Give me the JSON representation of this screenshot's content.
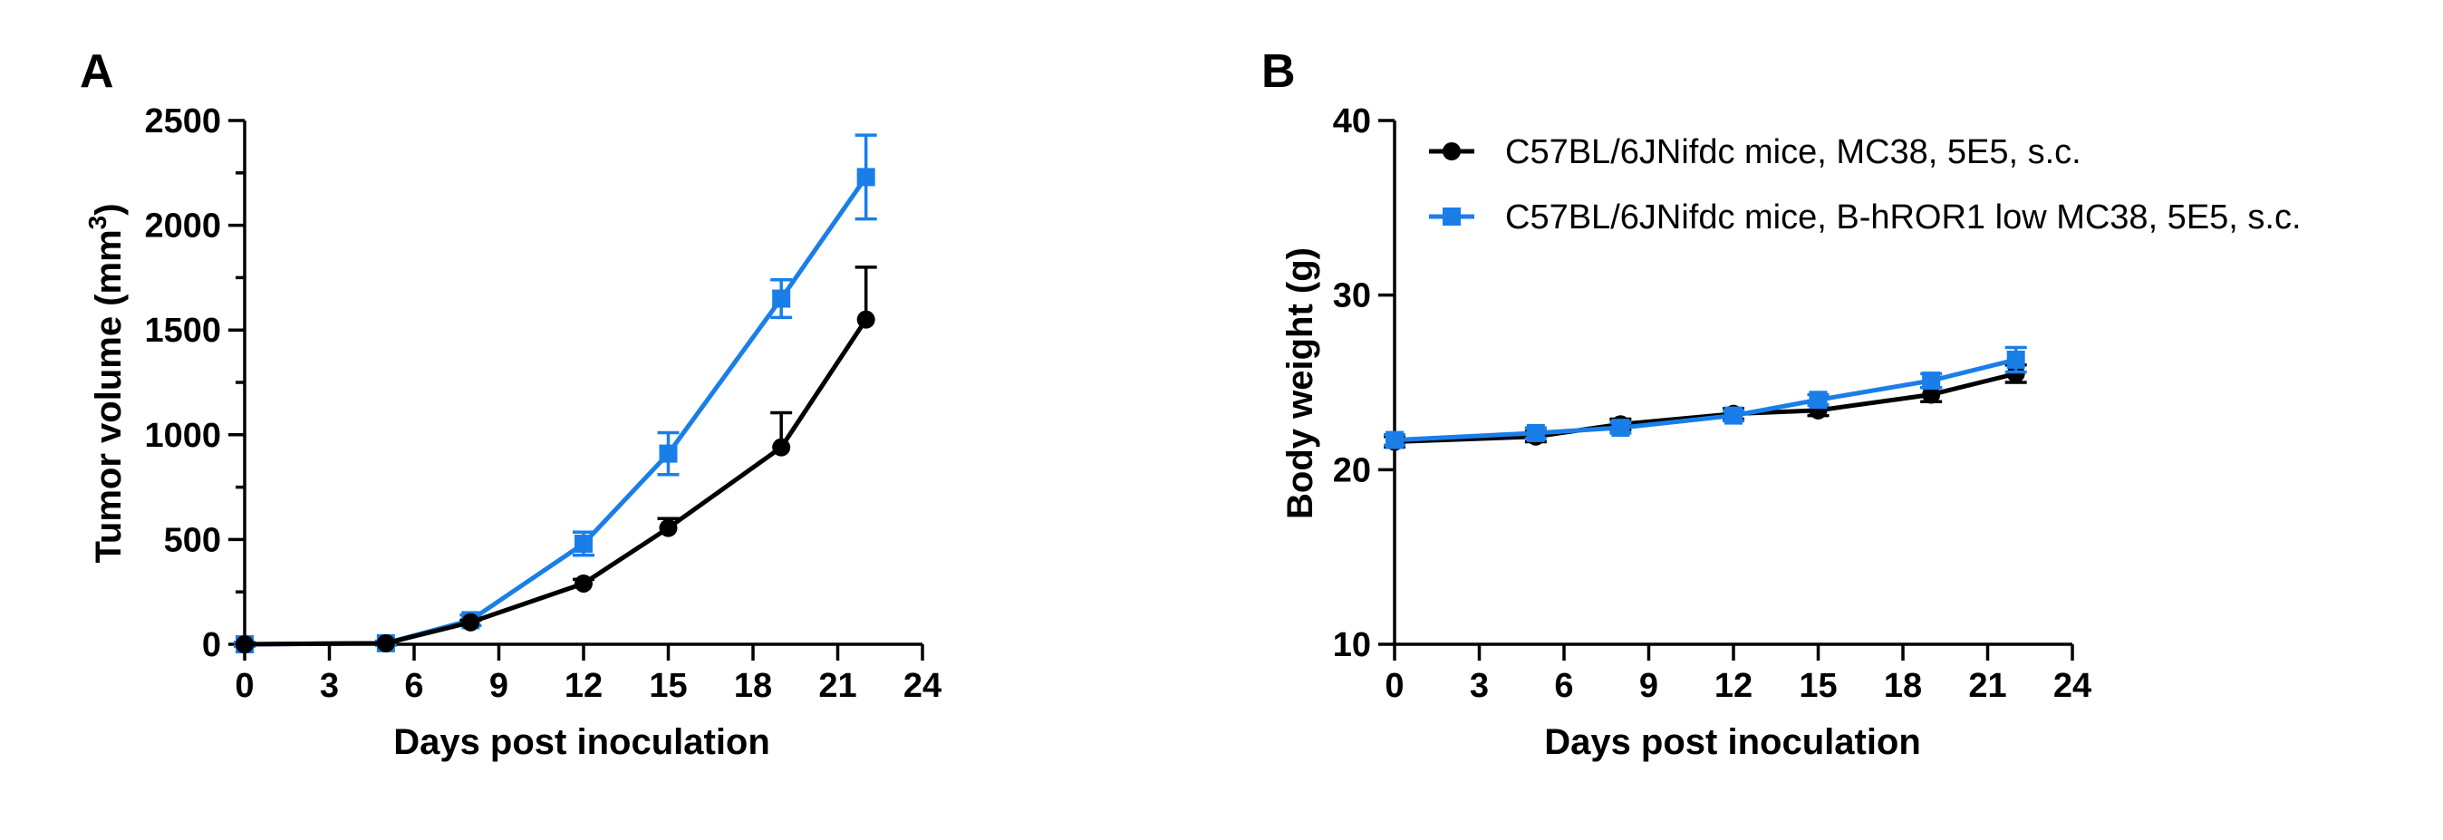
{
  "chart_data": [
    {
      "panel": "A",
      "type": "line",
      "xlabel": "Days post inoculation",
      "ylabel_main": "Tumor volume (mm",
      "ylabel_sup": "3",
      "ylabel_tail": ")",
      "xlim": [
        0,
        24
      ],
      "ylim": [
        0,
        2500
      ],
      "xticks": [
        "0",
        "3",
        "6",
        "9",
        "12",
        "15",
        "18",
        "21",
        "24"
      ],
      "yticks": [
        "0",
        "500",
        "1000",
        "1500",
        "2000",
        "2500"
      ],
      "series": [
        {
          "color": "#1a7ee8",
          "marker": "square",
          "x": [
            0,
            5,
            8,
            12,
            15,
            19,
            22
          ],
          "y": [
            0,
            5,
            115,
            480,
            910,
            1650,
            2230
          ],
          "err": [
            10,
            10,
            25,
            55,
            100,
            90,
            200
          ]
        },
        {
          "color": "#000000",
          "marker": "circle",
          "x": [
            0,
            5,
            8,
            12,
            15,
            19,
            22
          ],
          "y": [
            0,
            5,
            105,
            290,
            555,
            940,
            1550
          ],
          "err": [
            0,
            0,
            10,
            20,
            45,
            165,
            250
          ]
        }
      ]
    },
    {
      "panel": "B",
      "type": "line",
      "xlabel": "Days post inoculation",
      "ylabel": "Body weight (g)",
      "xlim": [
        0,
        24
      ],
      "ylim": [
        10,
        40
      ],
      "xticks": [
        "0",
        "3",
        "6",
        "9",
        "12",
        "15",
        "18",
        "21",
        "24"
      ],
      "yticks": [
        "10",
        "20",
        "30",
        "40"
      ],
      "legend_position": "top-right",
      "series": [
        {
          "name": "C57BL/6JNifdc mice, MC38, 5E5, s.c.",
          "color": "#000000",
          "marker": "circle",
          "x": [
            0,
            5,
            8,
            12,
            15,
            19,
            22
          ],
          "y": [
            21.6,
            21.9,
            22.6,
            23.2,
            23.4,
            24.3,
            25.5
          ],
          "err": [
            0.3,
            0.3,
            0.3,
            0.3,
            0.3,
            0.4,
            0.5
          ]
        },
        {
          "name": "C57BL/6JNifdc mice, B-hROR1 low MC38, 5E5, s.c.",
          "color": "#1a7ee8",
          "marker": "square",
          "x": [
            0,
            5,
            8,
            12,
            15,
            19,
            22
          ],
          "y": [
            21.7,
            22.1,
            22.4,
            23.1,
            24.0,
            25.1,
            26.3
          ],
          "err": [
            0.3,
            0.3,
            0.3,
            0.3,
            0.3,
            0.4,
            0.7
          ]
        }
      ]
    }
  ]
}
